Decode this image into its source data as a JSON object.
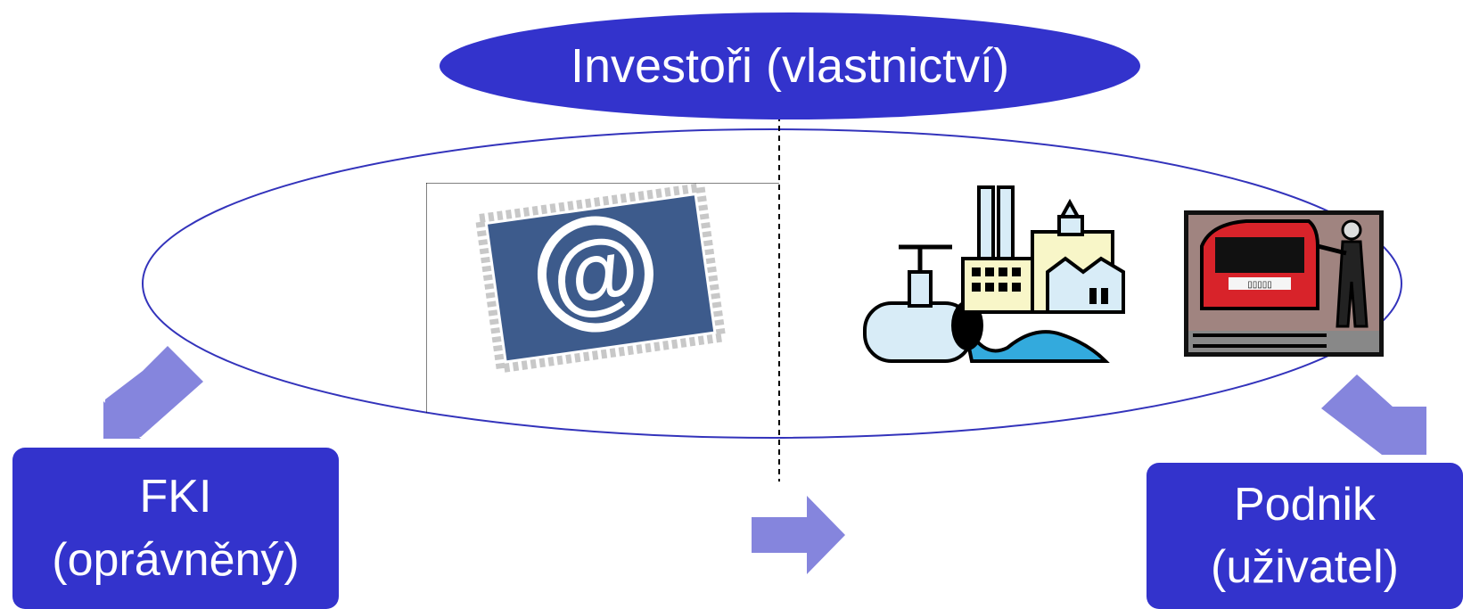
{
  "diagram": {
    "investors_label": "Investoři (vlastnictví)",
    "fki": {
      "line1": "FKI",
      "line2": "(oprávněný)"
    },
    "podnik": {
      "line1": "Podnik",
      "line2": "(uživatel)"
    },
    "clipart_email_symbol": "@",
    "factory_sign_text": "▯▯▯▯▯",
    "colors": {
      "primary": "#3333cc",
      "arrow": "#8585dd",
      "ellipse_stroke": "#3333bb"
    }
  }
}
